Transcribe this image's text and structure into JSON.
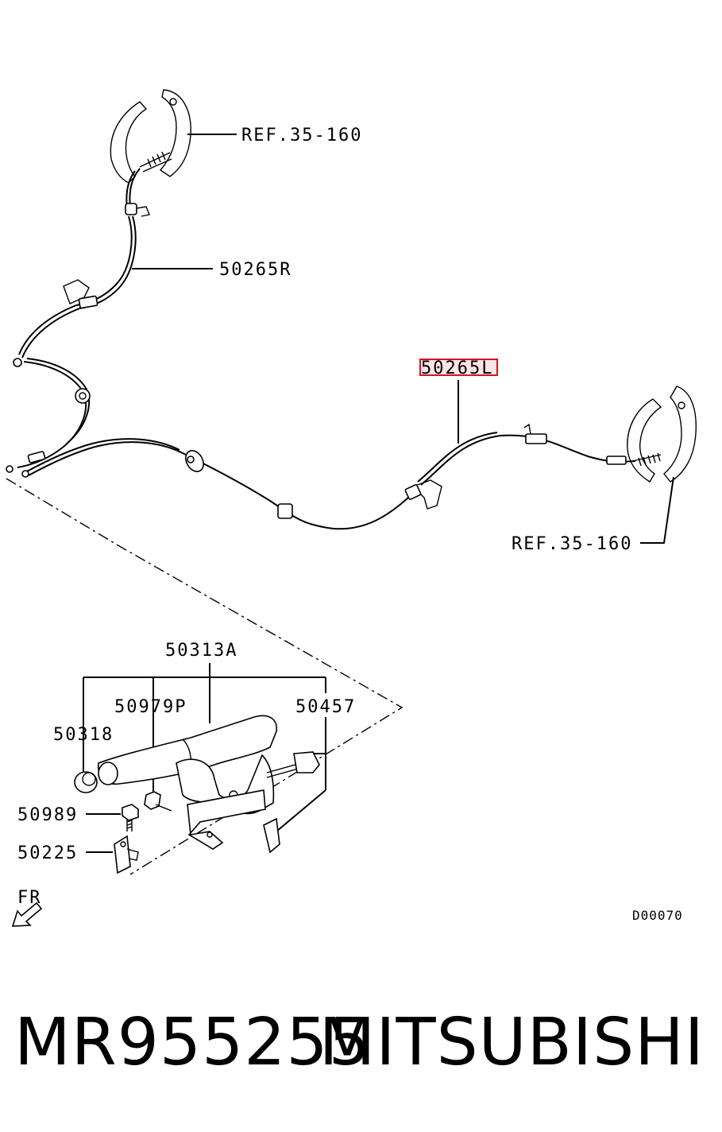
{
  "diagram": {
    "labels": {
      "ref_top": "REF.35-160",
      "cable_right": "50265R",
      "cable_left": "50265L",
      "ref_bottom": "REF.35-160",
      "lever_assy": "50313A",
      "switch": "50979P",
      "bracket": "50457",
      "grip": "50318",
      "bolt": "50989",
      "clip": "50225",
      "front_marker": "FR",
      "drawing_code": "D00070"
    },
    "highlighted_part": "50265L",
    "highlight_color": "#d4141e"
  },
  "caption": {
    "part_number": "MR955255",
    "brand": "MITSUBISHI"
  }
}
